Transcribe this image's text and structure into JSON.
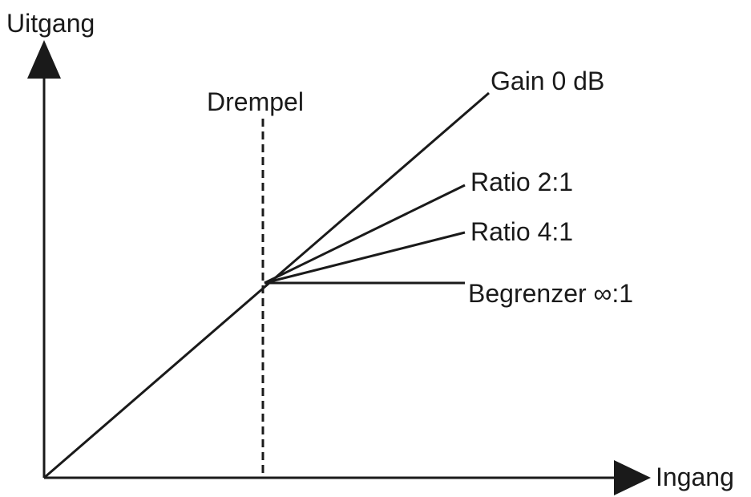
{
  "axes": {
    "y_label": "Uitgang",
    "x_label": "Ingang"
  },
  "threshold": {
    "label": "Drempel"
  },
  "curves": [
    {
      "id": "gain",
      "label": "Gain 0 dB"
    },
    {
      "id": "ratio2",
      "label": "Ratio 2:1"
    },
    {
      "id": "ratio4",
      "label": "Ratio 4:1"
    },
    {
      "id": "limiter",
      "label": "Begrenzer ∞:1"
    }
  ],
  "colors": {
    "ink": "#1a1a1a",
    "background": "#ffffff"
  }
}
